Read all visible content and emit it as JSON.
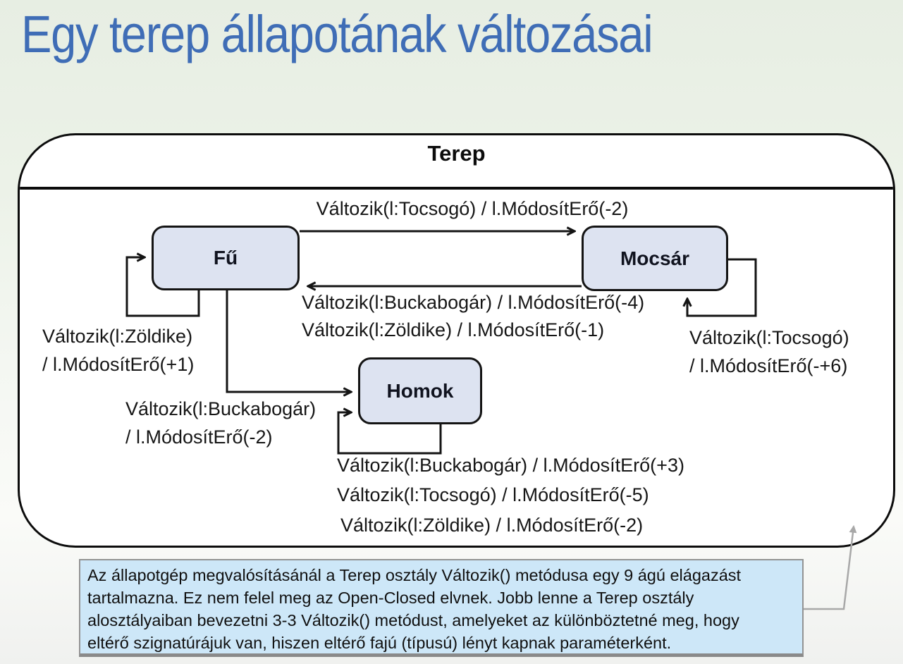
{
  "title": "Egy terep állapotának változásai",
  "diagram": {
    "frame_title": "Terep",
    "states": [
      {
        "id": "fu",
        "label": "Fű"
      },
      {
        "id": "mocsar",
        "label": "Mocsár"
      },
      {
        "id": "homok",
        "label": "Homok"
      }
    ],
    "transitions": {
      "fu_to_mocsar": "Változik(l:Tocsogó) / l.MódosítErő(-2)",
      "mocsar_to_fu_line1": "Változik(l:Buckabogár) / l.MódosítErő(-4)",
      "mocsar_to_fu_line2": "Változik(l:Zöldike) / l.MódosítErő(-1)",
      "fu_self": "Változik(l:Zöldike)\n/ l.MódosítErő(+1)",
      "fu_to_homok": "Változik(l:Buckabogár)\n/ l.MódosítErő(-2)",
      "mocsar_self": "Változik(l:Tocsogó)\n/ l.MódosítErő(-+6)",
      "homok_self_line1": "Változik(l:Buckabogár) / l.MódosítErő(+3)",
      "homok_self_line2": "Változik(l:Tocsogó) / l.MódosítErő(-5)",
      "homok_self_line3": "Változik(l:Zöldike) / l.MódosítErő(-2)"
    }
  },
  "note": {
    "text": "Az állapotgép megvalósításánál a Terep osztály Változik() metódusa egy 9 ágú elágazást\ntartalmazna. Ez nem felel meg  az Open-Closed elvnek. Jobb lenne a Terep osztály\nalosztályaiban bevezetni 3-3 Változik() metódust, amelyeket az különböztetné meg, hogy\neltérő szignatúrájuk van, hiszen eltérő fajú (típusú) lényt kapnak paraméterként."
  },
  "colors": {
    "title_blue": "#3f6db6",
    "state_fill": "#dde3f1",
    "state_border": "#141414",
    "frame_border": "#0c0c0c",
    "note_fill": "#cde7f8",
    "note_border": "#939393",
    "leader_gray": "#a8a8a8",
    "background_green": "#e7eee3"
  }
}
